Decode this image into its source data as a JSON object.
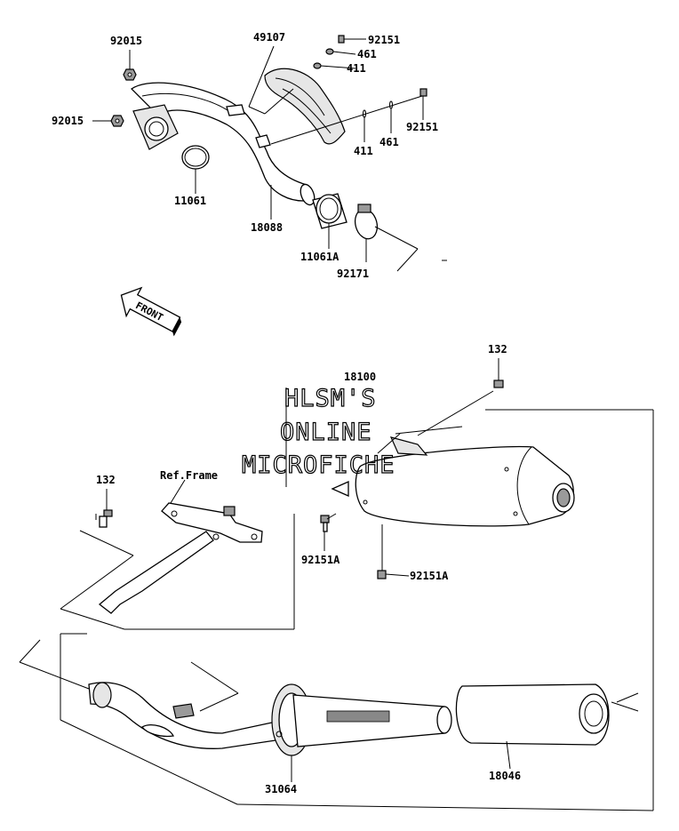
{
  "watermark": {
    "line1": "HLSM'S",
    "line2": "ONLINE",
    "line3": "MICROFICHE"
  },
  "front_arrow": {
    "text": "FRONT"
  },
  "ref_note": "Ref.Frame",
  "callouts": {
    "p92015_top": "92015",
    "p92015_left": "92015",
    "p49107": "49107",
    "p92151_top": "92151",
    "p461_top": "461",
    "p411_top": "411",
    "p92151_right": "92151",
    "p461_right": "461",
    "p411_right": "411",
    "p11061": "11061",
    "p18088": "18088",
    "p11061a": "11061A",
    "p92171": "92171",
    "p132_right": "132",
    "p18100": "18100",
    "p132_left": "132",
    "p92151a_left": "92151A",
    "p92151a_right": "92151A",
    "p31064": "31064",
    "p18046": "18046"
  }
}
